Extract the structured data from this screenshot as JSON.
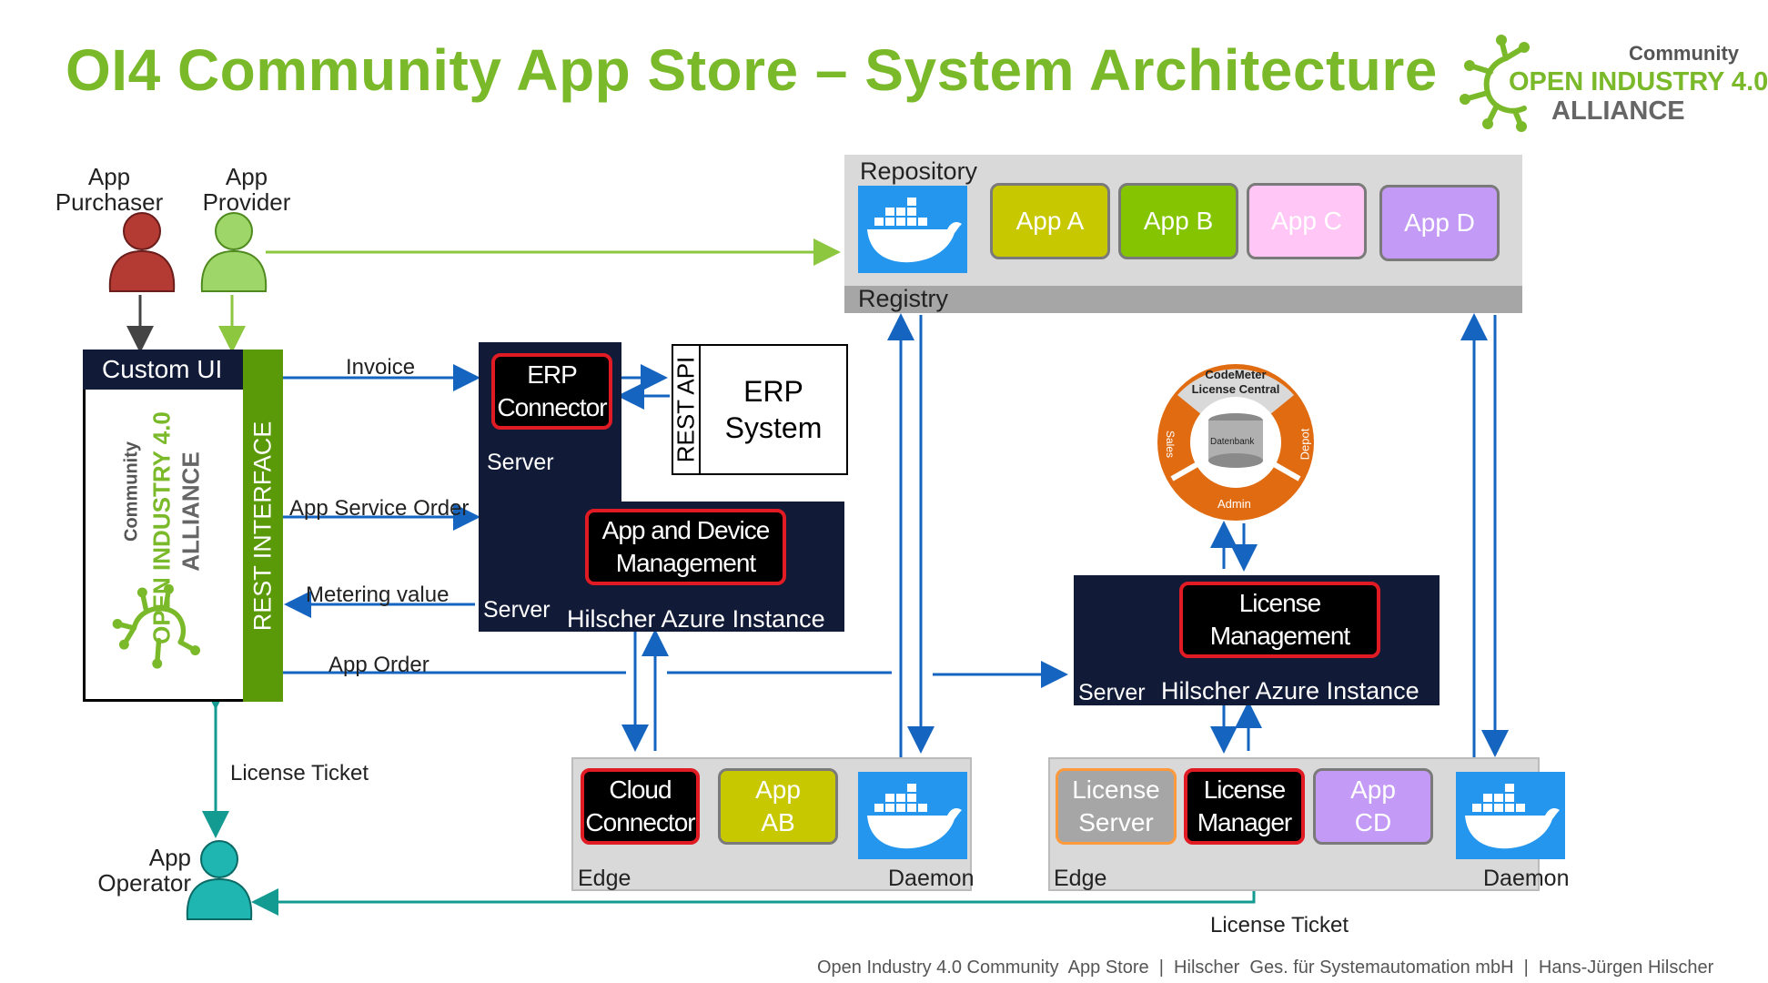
{
  "title": "OI4 Community App Store – System Architecture",
  "logo": {
    "community": "Community",
    "open": "OPEN",
    "industry": "INDUSTRY 4.0",
    "alliance": "ALLIANCE"
  },
  "people": {
    "purchaser": "App\nPurchaser",
    "provider": "App\nProvider",
    "operator": "App\nOperator"
  },
  "repository": {
    "label": "Repository",
    "registry": "Registry",
    "apps": [
      "App A",
      "App B",
      "App C",
      "App D"
    ]
  },
  "custom_ui": {
    "title": "Custom UI",
    "rest": "REST INTERFACE",
    "logo_community": "Community",
    "logo_open": "OPEN",
    "logo_industry": "INDUSTRY 4.0",
    "logo_alliance": "ALLIANCE"
  },
  "erp": {
    "connector": "ERP\nConnector",
    "server": "Server",
    "rest_api": "REST API",
    "system": "ERP\nSystem"
  },
  "hilscher1": {
    "management": "App and Device\nManagement",
    "server": "Server",
    "instance": "Hilscher Azure Instance"
  },
  "hilscher2": {
    "management": "License\nManagement",
    "server": "Server",
    "instance": "Hilscher Azure Instance"
  },
  "codemeter": {
    "title": "CodeMeter\nLicense Central",
    "sales": "Sales",
    "depot": "Depot",
    "admin": "Admin",
    "db": "Datenbank"
  },
  "edge1": {
    "cloud": "Cloud\nConnector",
    "app": "App\nAB",
    "edge": "Edge",
    "daemon": "Daemon"
  },
  "edge2": {
    "license_server": "License\nServer",
    "license_manager": "License\nManager",
    "app": "App\nCD",
    "edge": "Edge",
    "daemon": "Daemon"
  },
  "flows": {
    "invoice": "Invoice",
    "service_order": "App Service Order",
    "metering": "Metering value",
    "app_order": "App Order",
    "license_ticket_left": "License Ticket",
    "license_ticket_bottom": "License Ticket"
  },
  "footer": "Open Industry 4.0 Community  App Store  |  Hilscher  Ges. für Systemautomation mbH  |  Hans-Jürgen Hilscher",
  "colors": {
    "green": "#7ab929",
    "navy": "#111a36",
    "red": "#e01b24",
    "blue": "#1565c0",
    "teal": "#139a91",
    "docker": "#2496ed",
    "codemeter_orange": "#e06b10"
  },
  "icons": [
    "docker-icon",
    "person-icon",
    "database-icon",
    "oi4-logo-icon"
  ]
}
